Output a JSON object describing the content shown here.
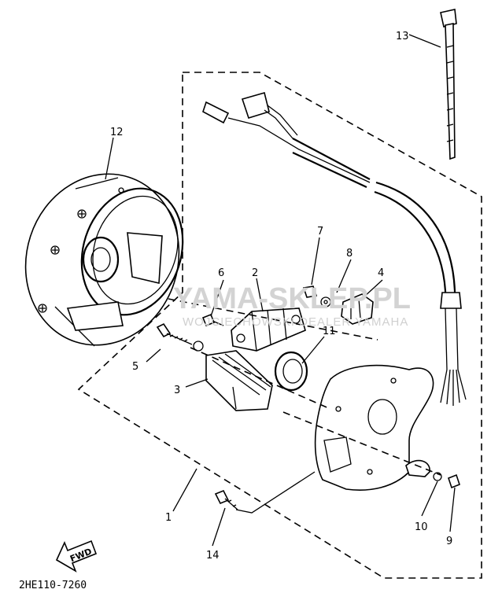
{
  "diagram": {
    "callouts": [
      {
        "id": "1",
        "label": "1"
      },
      {
        "id": "2",
        "label": "2"
      },
      {
        "id": "3",
        "label": "3"
      },
      {
        "id": "4",
        "label": "4"
      },
      {
        "id": "5",
        "label": "5"
      },
      {
        "id": "6",
        "label": "6"
      },
      {
        "id": "7",
        "label": "7"
      },
      {
        "id": "8",
        "label": "8"
      },
      {
        "id": "9",
        "label": "9"
      },
      {
        "id": "10",
        "label": "10"
      },
      {
        "id": "11",
        "label": "11"
      },
      {
        "id": "12",
        "label": "12"
      },
      {
        "id": "13",
        "label": "13"
      },
      {
        "id": "14",
        "label": "14"
      }
    ],
    "fwd_label": "FWD",
    "drawing_code": "2HE110-7260"
  },
  "watermark": {
    "main": "YAMA-SKLEP.PL",
    "sub": "WOJCIECHOWSKI DEALER YAMAHA",
    "color": "#d3d3d3",
    "logo_color": "#e8a0a0"
  }
}
